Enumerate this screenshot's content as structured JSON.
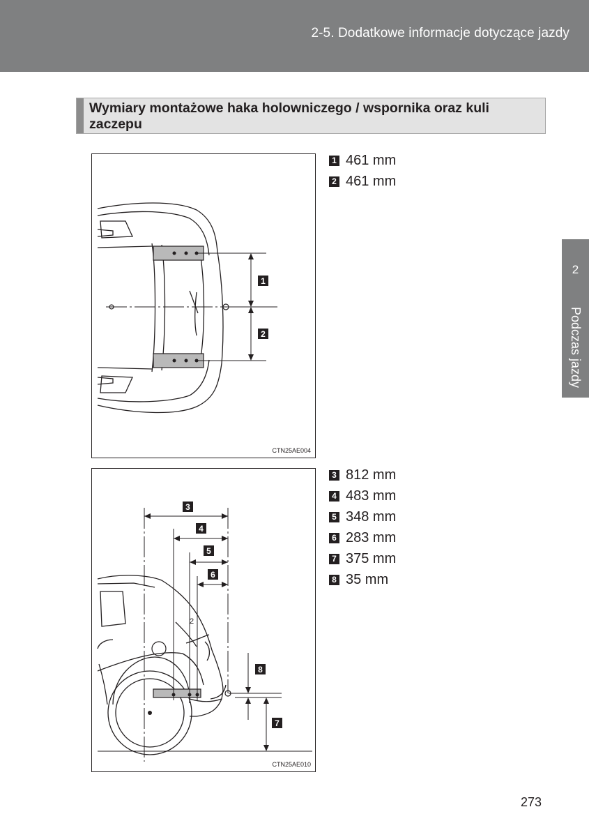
{
  "header": {
    "title": "2-5. Dodatkowe informacje dotyczące jazdy"
  },
  "side_tab": {
    "number": "2",
    "label": "Podczas jazdy"
  },
  "section": {
    "heading": "Wymiary montażowe haka holowniczego / wspornika oraz kuli zaczepu"
  },
  "figure_top": {
    "code": "CTN25AE004",
    "callouts": [
      "1",
      "2"
    ],
    "dimensions": [
      {
        "number": "1",
        "value": "461 mm"
      },
      {
        "number": "2",
        "value": "461 mm"
      }
    ]
  },
  "figure_bottom": {
    "code": "CTN25AE010",
    "callouts": [
      "3",
      "4",
      "5",
      "6",
      "8",
      "7"
    ],
    "part_mark": "2",
    "dimensions": [
      {
        "number": "3",
        "value": "812 mm"
      },
      {
        "number": "4",
        "value": "483 mm"
      },
      {
        "number": "5",
        "value": "348 mm"
      },
      {
        "number": "6",
        "value": "283 mm"
      },
      {
        "number": "7",
        "value": "375 mm"
      },
      {
        "number": "8",
        "value": "35 mm"
      }
    ]
  },
  "page_number": "273"
}
